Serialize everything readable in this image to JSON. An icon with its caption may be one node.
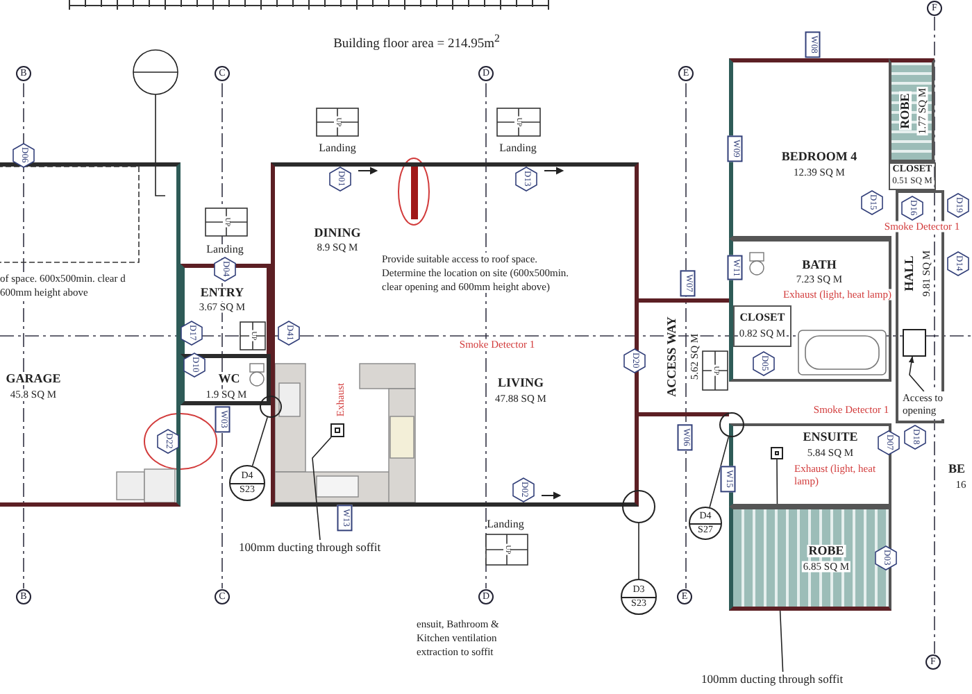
{
  "diagram": {
    "title": "Building floor area = 214.95m$^{2}$",
    "nodes": [
      {
        "text": [
          "GARAGE",
          "45.8 SQ M"
        ]
      },
      {
        "text": [
          "ENTRY",
          "3.67 SQ M"
        ]
      },
      {
        "text": [
          "WC",
          "1.9 SQ M"
        ]
      },
      {
        "text": [
          "DINING",
          "8.9 SQ M",
          "LIVING",
          "47.88 SQ M"
        ]
      },
      {
        "text": [
          "ACCESS WAY",
          "5.62 SQ M"
        ]
      },
      {
        "text": [
          "BEDROOM 4",
          "12.39 SQ M"
        ]
      },
      {
        "text": [
          "ROBE",
          "1.77 SQ M"
        ]
      },
      {
        "text": [
          "CLOSET",
          "0.51 SQ M"
        ]
      },
      {
        "text": [
          "BATH",
          "7.23 SQ M"
        ]
      },
      {
        "text": [
          "CLOSET",
          "0.82 SQ M"
        ],
        "in": 8
      },
      {
        "text": [
          "HALL",
          "9.81 SQ M"
        ]
      },
      {
        "text": [
          "ENSUITE",
          "5.84 SQ M"
        ]
      },
      {
        "text": [
          "ROBE",
          "6.85 SQ M"
        ]
      },
      {
        "text": [
          "D4",
          "S23"
        ]
      },
      {
        "text": [],
        "shape": "circle"
      },
      {
        "text": [
          "D3",
          "S23"
        ]
      },
      {
        "text": [],
        "shape": "circle"
      },
      {
        "text": [
          "D4",
          "S27"
        ]
      },
      {
        "text": [],
        "shape": "circle"
      },
      {
        "text": [
          "100mm ducting through soffit"
        ]
      },
      {
        "text": [],
        "shape": "box",
        "in": 3
      },
      {
        "text": [
          "100mm ducting through soffit"
        ]
      },
      {
        "text": [],
        "shape": "box",
        "in": 11
      },
      {
        "text": [],
        "shape": "box",
        "in": 10
      },
      {
        "text": [
          "Access to opening"
        ]
      }
    ],
    "edges": [
      {
        "from": 13,
        "to": 14,
        "arrow": "none"
      },
      {
        "from": 15,
        "to": 16,
        "arrow": "none"
      },
      {
        "from": 17,
        "to": 18,
        "arrow": "none"
      },
      {
        "from": 19,
        "to": 20,
        "arrow": "none"
      },
      {
        "from": 21,
        "to": 22,
        "arrow": "none"
      },
      {
        "from": 24,
        "to": 23,
        "arrow": "to"
      }
    ],
    "labels": [
      "F",
      "W08",
      "B",
      "C",
      "D",
      "E",
      "UP",
      "UP",
      "D06",
      "Landing",
      "Landing",
      "W09",
      "D01",
      "D13",
      "UP",
      "D15",
      "D16",
      "Smoke Detector 1",
      "D19",
      "Landing",
      "of space. 600x500min. clear d 600mm height above",
      "D04",
      "Provide suitable access to roof space. Determine the location on site (600x500min. clear opening and 600mm height above)",
      "W07",
      "W11",
      "D14",
      "Exhaust (light, heat lamp)",
      "D17",
      "UP",
      "D41",
      "Smoke Detector 1",
      "D10",
      "D20",
      "UP",
      "D05",
      "Exhaust",
      "W03",
      "Smoke Detector 1",
      "D22",
      "W06",
      "D07",
      "D18",
      "W15",
      "Exhaust (light, heat lamp)",
      "BE",
      "16",
      "D02",
      "W13",
      "Landing",
      "UP",
      "D03",
      "B",
      "C",
      "D",
      "E",
      "ensuit, Bathroom & Kitchen ventilation extraction to soffit",
      "F"
    ]
  }
}
